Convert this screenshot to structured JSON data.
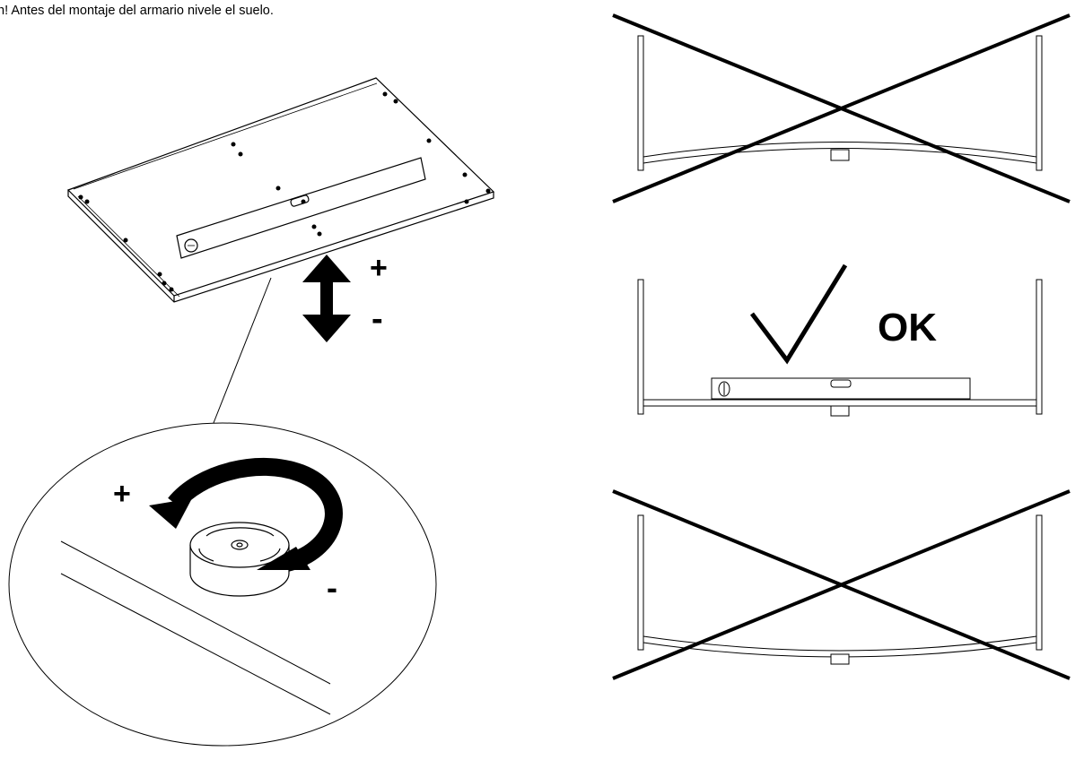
{
  "instruction": "n! Antes del montaje del armario nivele el suelo.",
  "arrow_labels": {
    "plus": "+",
    "minus": "-"
  },
  "detail_labels": {
    "plus": "+",
    "minus": "-"
  },
  "ok_label": "OK",
  "panels": [
    {
      "state": "curved-down",
      "verdict": "wrong"
    },
    {
      "state": "level",
      "verdict": "correct"
    },
    {
      "state": "curved-up",
      "verdict": "wrong"
    }
  ],
  "colors": {
    "line": "#000000",
    "background": "#ffffff"
  },
  "icons": [
    "double-arrow-icon",
    "rotate-arrow-icon",
    "checkmark-icon",
    "cross-icon",
    "spirit-level-icon"
  ]
}
